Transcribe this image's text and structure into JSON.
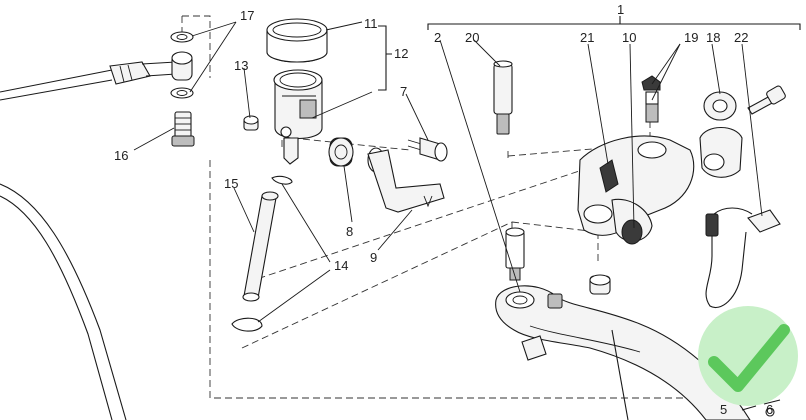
{
  "diagram": {
    "callouts": [
      "1",
      "2",
      "20",
      "21",
      "10",
      "19",
      "18",
      "22",
      "17",
      "11",
      "12",
      "13",
      "7",
      "16",
      "8",
      "9",
      "15",
      "14",
      "5",
      "6"
    ],
    "badge": {
      "icon": "checkmark-icon",
      "fill": "#c8f0c8",
      "check": "#5cc85c"
    }
  }
}
